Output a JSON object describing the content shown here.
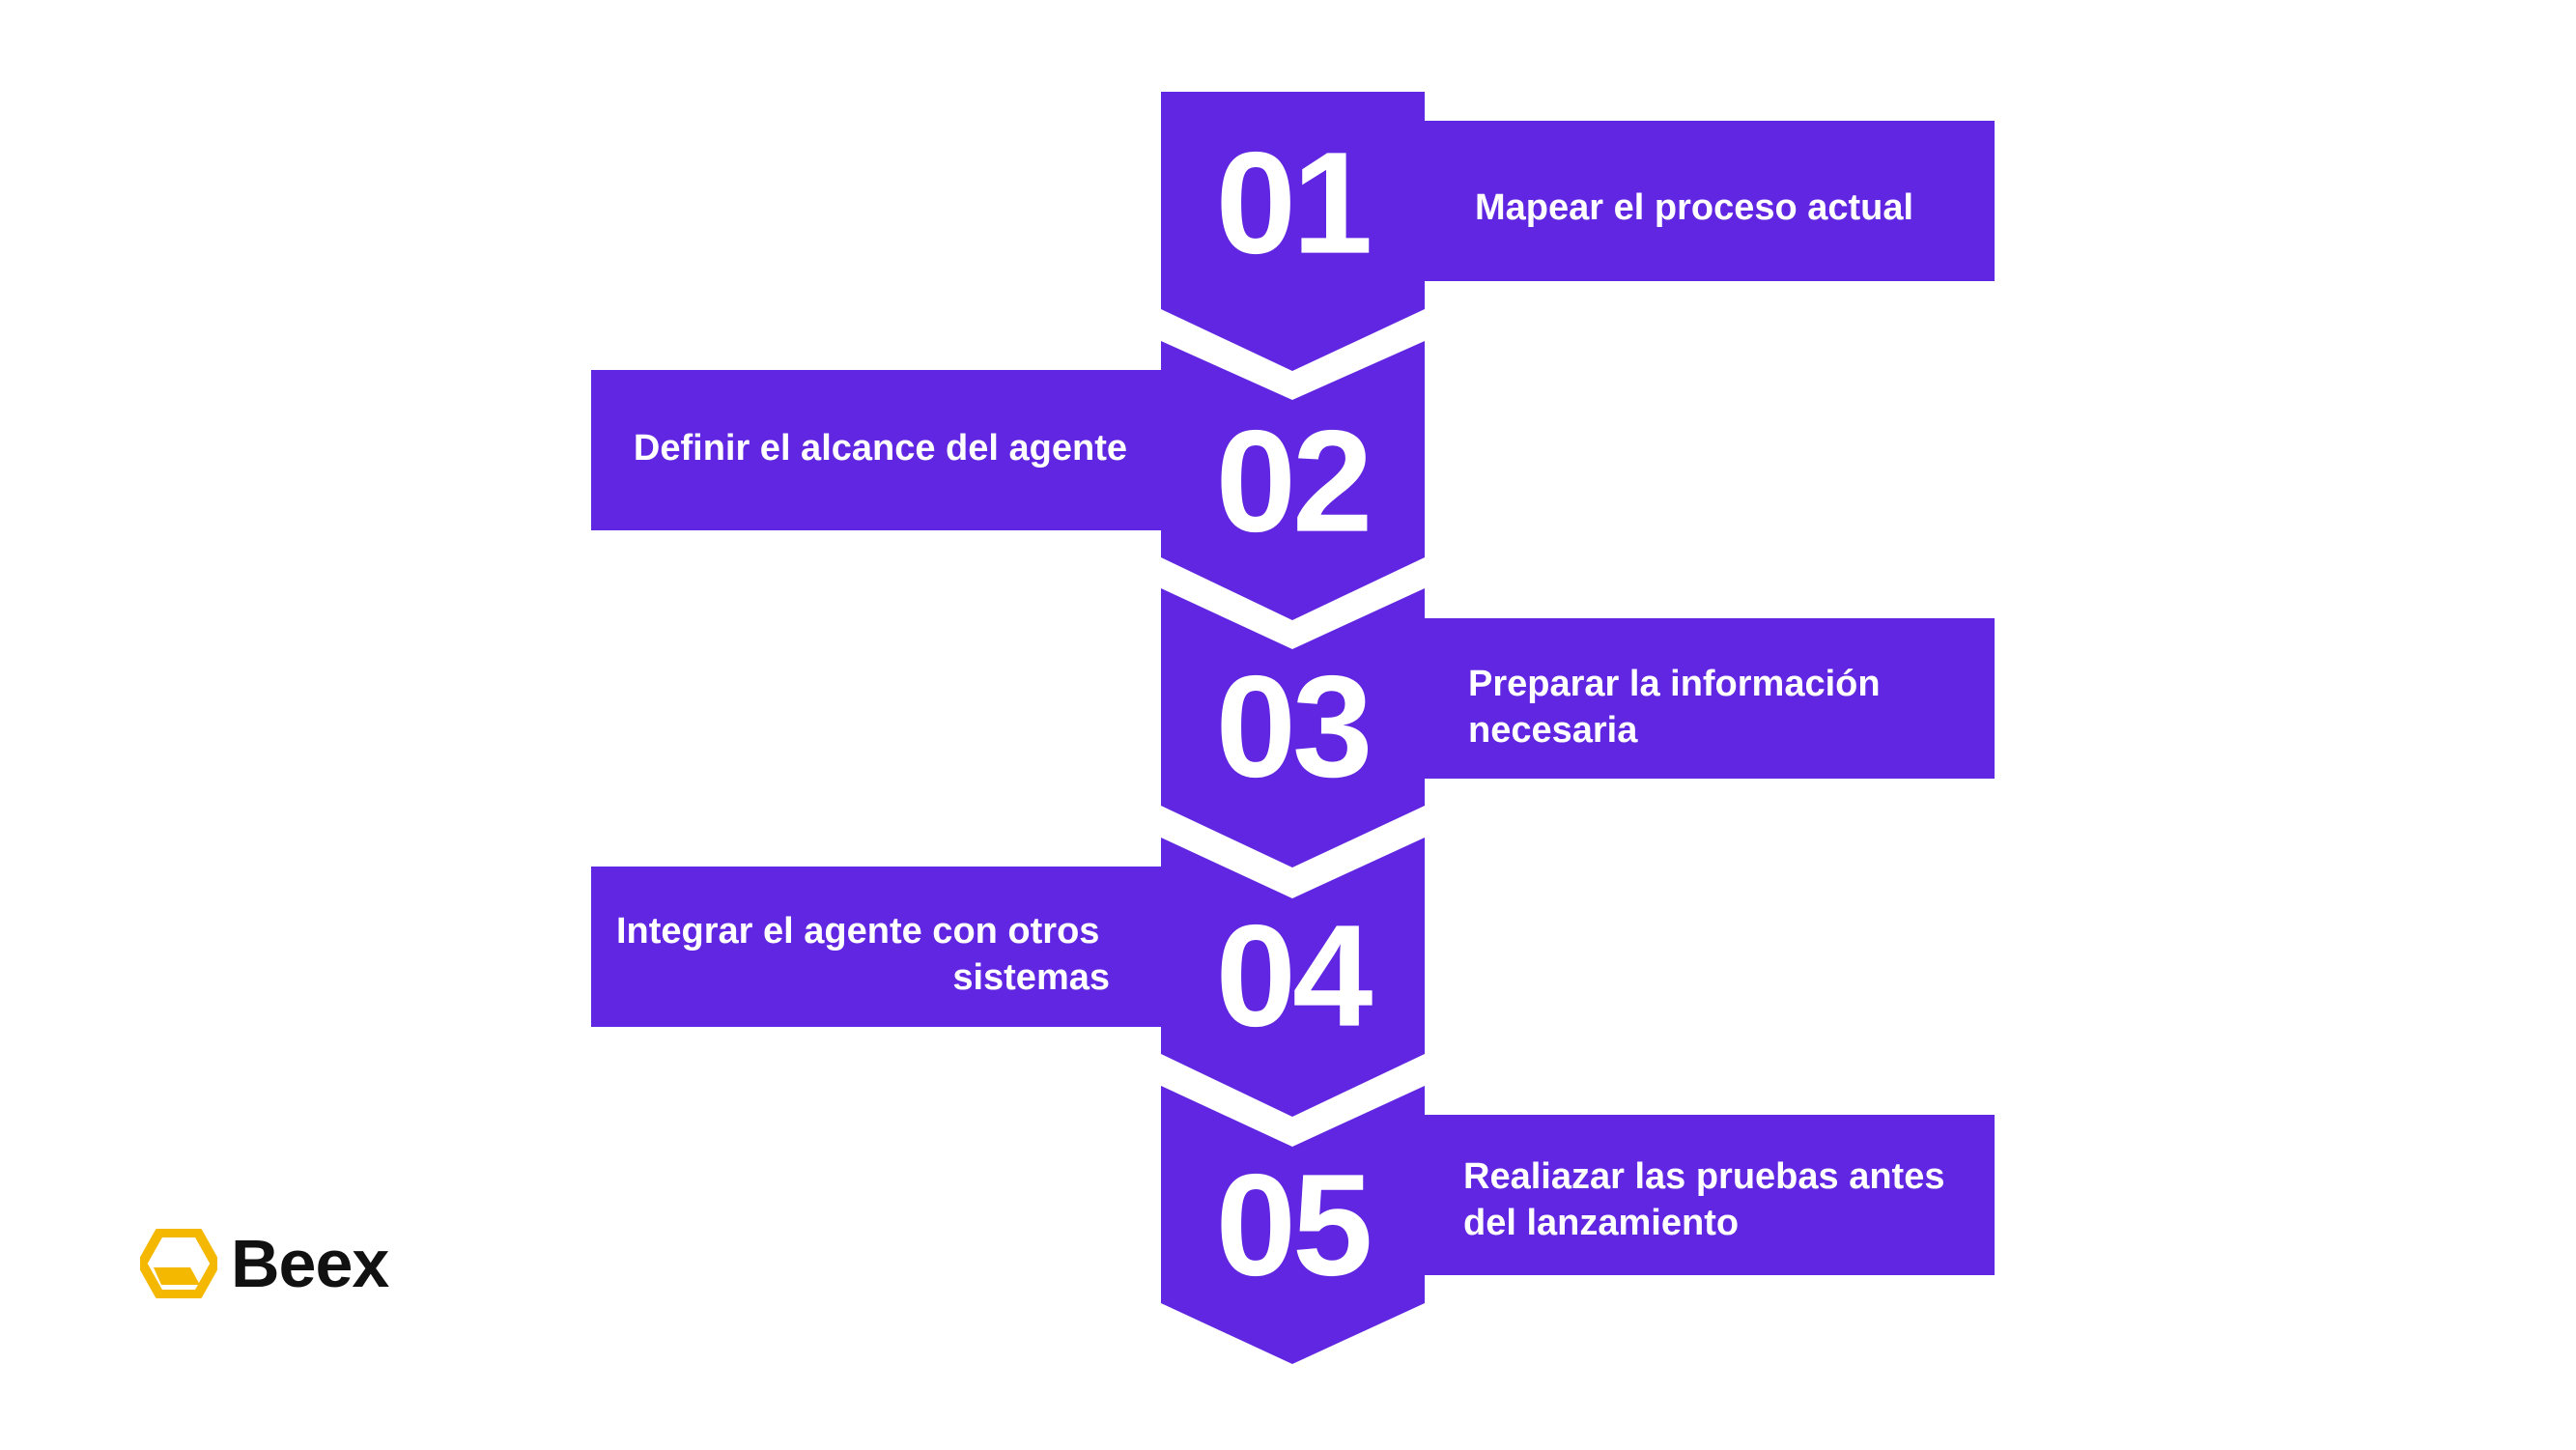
{
  "brand": {
    "name": "Beex",
    "logo_icon": "hexagon-logo-icon",
    "logo_color": "#f5b800",
    "text_color": "#111111"
  },
  "colors": {
    "accent": "#6126e1",
    "text_on_accent": "#ffffff",
    "background": "#ffffff"
  },
  "steps": [
    {
      "number": "01",
      "side": "right",
      "lines": [
        "Mapear el proceso actual"
      ]
    },
    {
      "number": "02",
      "side": "left",
      "lines": [
        "Definir el alcance del agente"
      ]
    },
    {
      "number": "03",
      "side": "right",
      "lines": [
        "Preparar la información",
        "necesaria"
      ]
    },
    {
      "number": "04",
      "side": "left",
      "lines": [
        "Integrar el agente con otros",
        "sistemas"
      ]
    },
    {
      "number": "05",
      "side": "right",
      "lines": [
        "Realiazar las pruebas antes",
        "del lanzamiento"
      ]
    }
  ]
}
